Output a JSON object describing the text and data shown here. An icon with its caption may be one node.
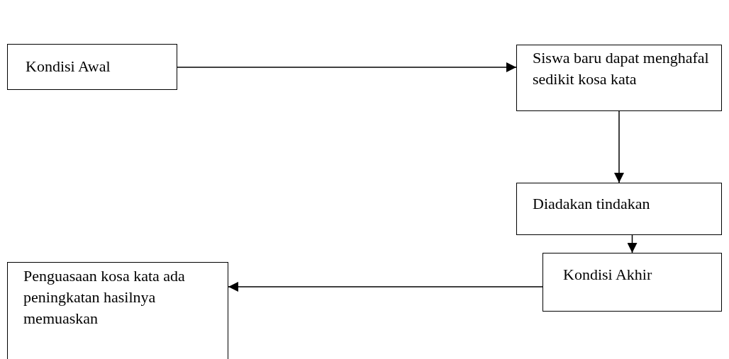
{
  "diagram": {
    "nodes": [
      {
        "text": [
          "Kondisi Awal"
        ]
      },
      {
        "text": [
          "Siswa baru dapat menghafal sedikit kosa kata"
        ]
      },
      {
        "text": [
          "Diadakan tindakan"
        ]
      },
      {
        "text": [
          "Kondisi Akhir"
        ]
      },
      {
        "text": [
          "Penguasaan kosa kata ada peningkatan hasilnya memuaskan"
        ]
      }
    ],
    "edges": [
      {
        "from": 0,
        "to": 1,
        "arrow": "to"
      },
      {
        "from": 1,
        "to": 2,
        "arrow": "to"
      },
      {
        "from": 2,
        "to": 3,
        "arrow": "to"
      },
      {
        "from": 3,
        "to": 4,
        "arrow": "to"
      }
    ]
  }
}
